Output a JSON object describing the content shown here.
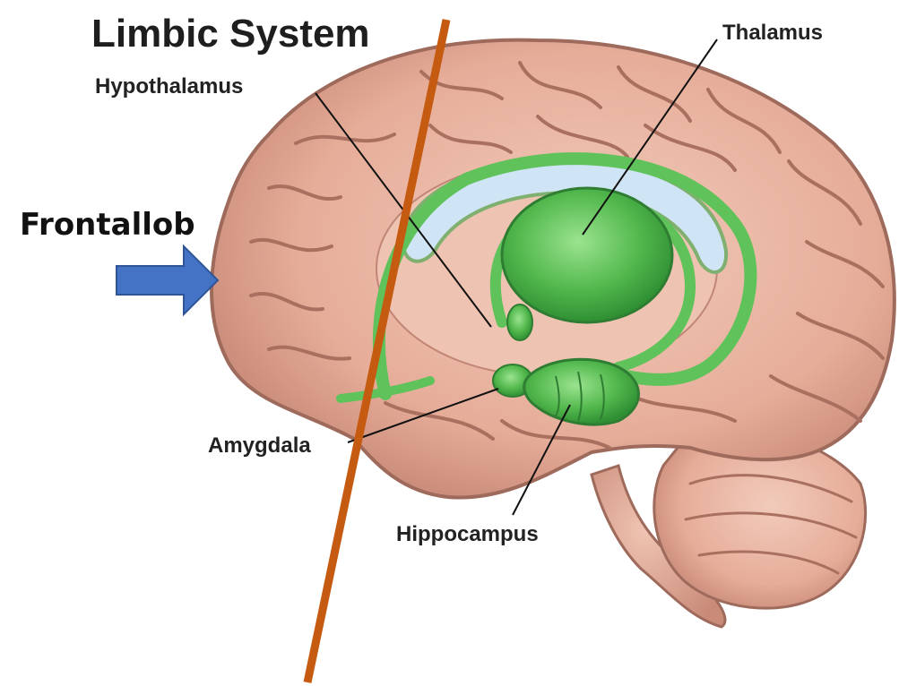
{
  "diagram": {
    "title": "Limbic System",
    "labels": {
      "thalamus": "Thalamus",
      "hypothalamus": "Hypothalamus",
      "amygdala": "Amygdala",
      "hippocampus": "Hippocampus",
      "frontal_lobe": "Frontallob"
    },
    "colors": {
      "brain": "#e7b29f",
      "brain_shadow": "#c98a78",
      "limbic_green": "#5fc25a",
      "ventricle": "#cfe4f4",
      "arrow": "#4472c4",
      "cut_line": "#c55a11"
    },
    "icons": {
      "pointer_arrow": "right-arrow-icon",
      "cut_line": "diagonal-line"
    }
  }
}
